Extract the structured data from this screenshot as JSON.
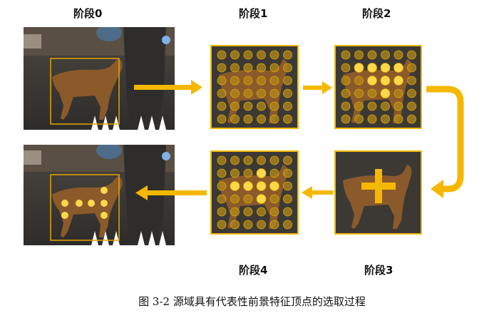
{
  "stages": {
    "stage0": "阶段0",
    "stage1": "阶段1",
    "stage2": "阶段2",
    "stage3": "阶段3",
    "stage4": "阶段4"
  },
  "caption": "图 3-2  源域具有代表性前景特征顶点的选取过程",
  "colors": {
    "accent": "#f5b800",
    "box_border": "#e3a500",
    "dot_dim": "#b38a1a",
    "dot_bright": "#ffd84a"
  },
  "grid": {
    "rows": 6,
    "cols": 6,
    "stage2_highlight": [
      [
        1,
        1
      ],
      [
        1,
        2
      ],
      [
        1,
        3
      ],
      [
        1,
        4
      ],
      [
        2,
        2
      ],
      [
        2,
        3
      ],
      [
        2,
        4
      ],
      [
        3,
        3
      ]
    ],
    "stage4_highlight": [
      [
        1,
        3
      ],
      [
        2,
        1
      ],
      [
        2,
        2
      ],
      [
        2,
        3
      ],
      [
        2,
        4
      ],
      [
        3,
        3
      ]
    ]
  }
}
